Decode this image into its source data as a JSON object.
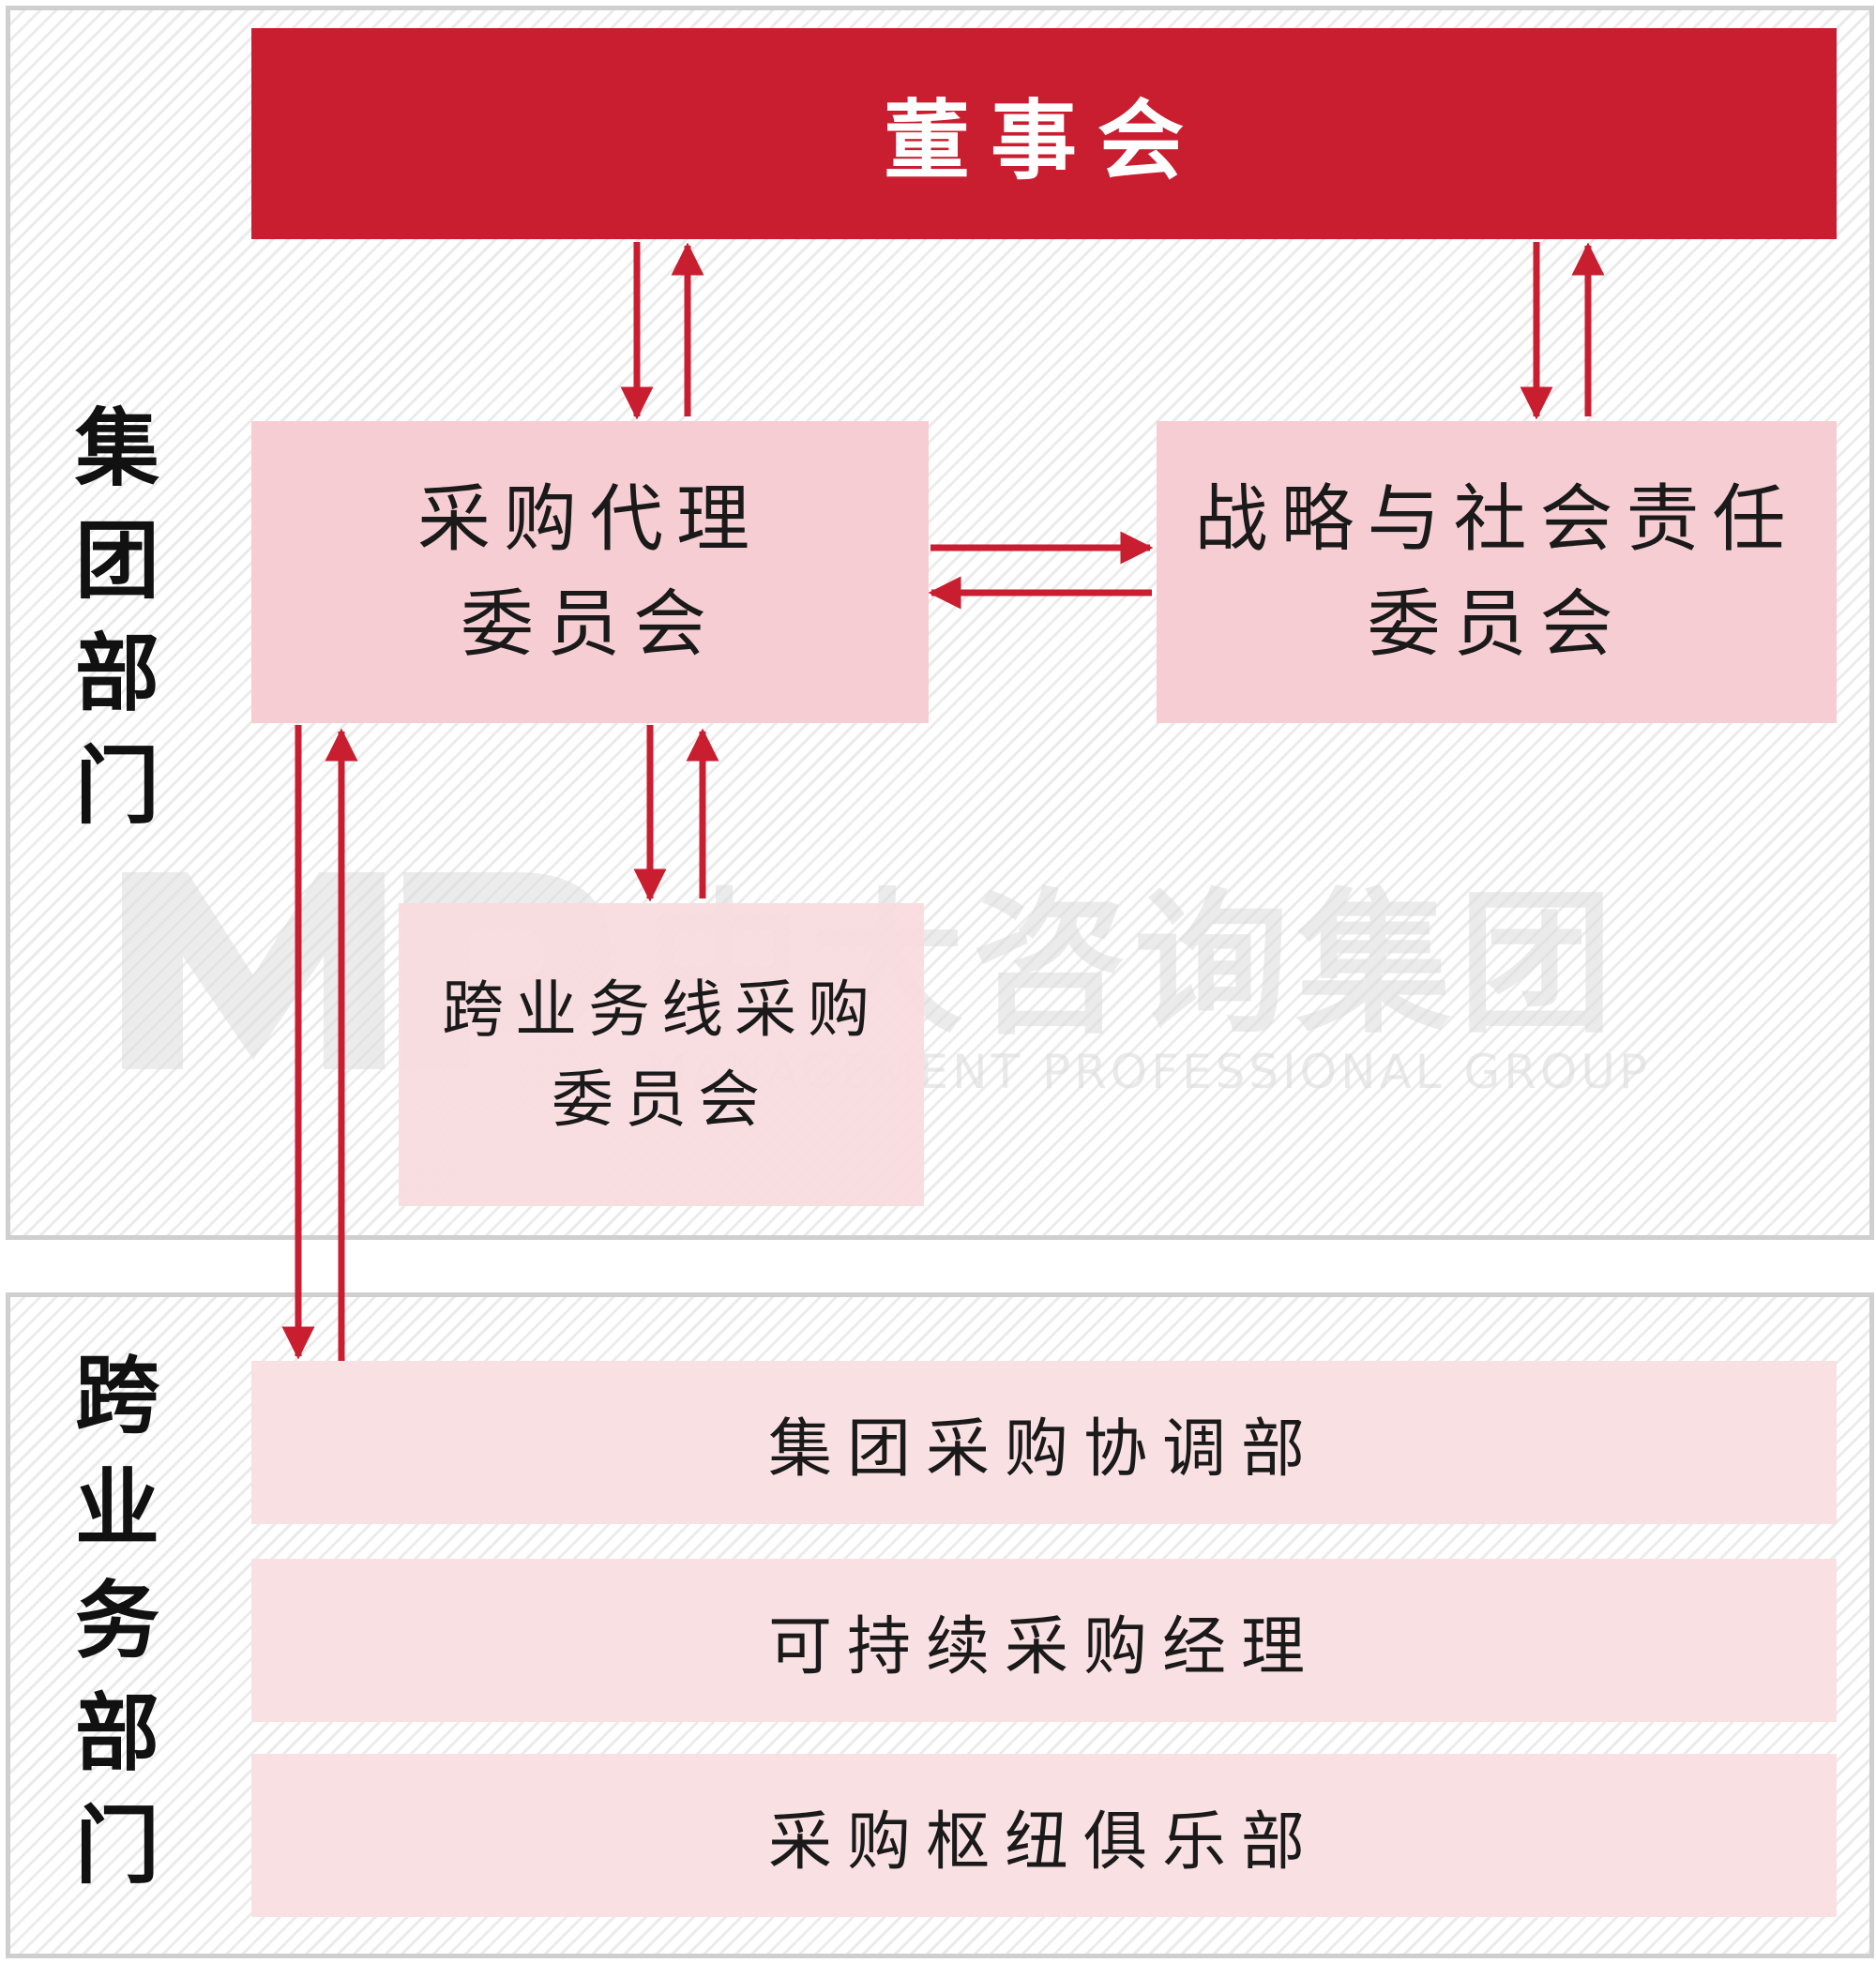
{
  "sections": {
    "group_label": "集团部门",
    "cross_label": "跨业务部门"
  },
  "nodes": {
    "board": "董事会",
    "procurement_committee": "采购代理\n委员会",
    "strategy_committee": "战略与社会责任\n委员会",
    "crossline_committee": "跨业务线采购\n委员会"
  },
  "departments": [
    "集团采购协调部",
    "可持续采购经理",
    "采购枢纽俱乐部"
  ],
  "watermark": {
    "logo": "MP",
    "name": "中大咨询集团",
    "english": "MANAGEMENT PROFESSIONAL GROUP"
  },
  "colors": {
    "accent": "#c91e30",
    "committee_fill": "#f6cdd2",
    "department_fill": "#f9e0e3",
    "panel_border": "#cfcfcf"
  }
}
